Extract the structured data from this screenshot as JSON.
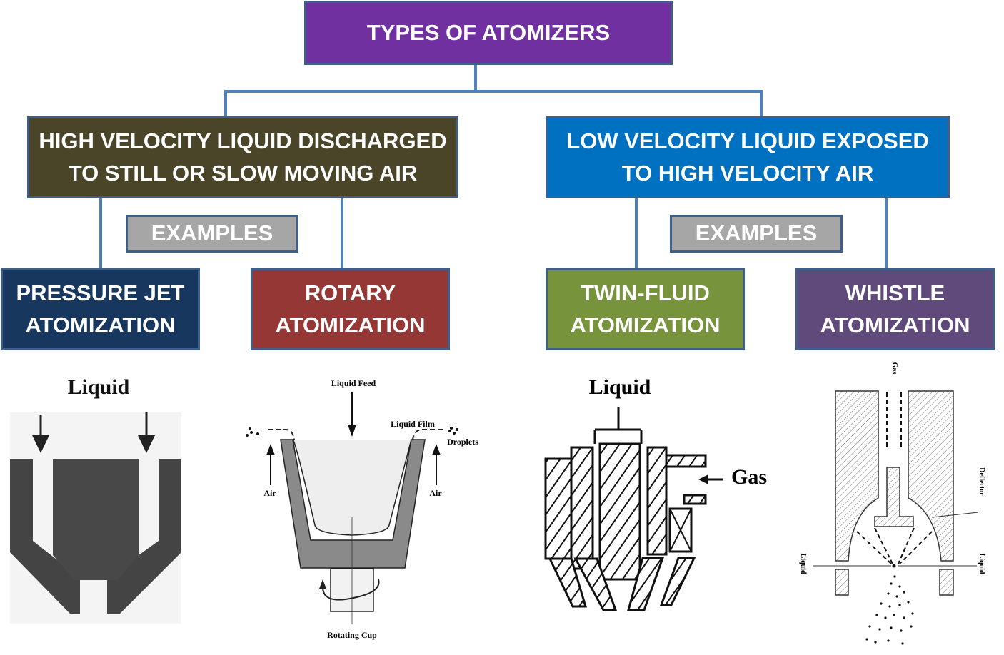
{
  "title": "TYPES OF ATOMIZERS",
  "colors": {
    "title_bg": "#7030a0",
    "left_category_bg": "#4a4429",
    "right_category_bg": "#0070c0",
    "examples_bg": "#a6a6a6",
    "pressure_jet_bg": "#17375e",
    "rotary_bg": "#953735",
    "twin_fluid_bg": "#77933c",
    "whistle_bg": "#604a7b",
    "connector": "#4f81bd",
    "border": "#3d5f8a"
  },
  "categories": [
    {
      "line1": "HIGH VELOCITY LIQUID DISCHARGED",
      "line2": "TO STILL OR SLOW MOVING AIR",
      "examples_label": "EXAMPLES",
      "items": [
        {
          "line1": "PRESSURE JET",
          "line2": "ATOMIZATION"
        },
        {
          "line1": "ROTARY",
          "line2": "ATOMIZATION"
        }
      ]
    },
    {
      "line1": "LOW VELOCITY LIQUID EXPOSED",
      "line2": "TO HIGH VELOCITY AIR",
      "examples_label": "EXAMPLES",
      "items": [
        {
          "line1": "TWIN-FLUID",
          "line2": "ATOMIZATION"
        },
        {
          "line1": "WHISTLE",
          "line2": "ATOMIZATION"
        }
      ]
    }
  ],
  "figures": {
    "pressure_jet": {
      "liquid_label": "Liquid"
    },
    "rotary": {
      "liquid_feed": "Liquid Feed",
      "liquid_film": "Liquid Film",
      "droplets": "Droplets",
      "air_left": "Air",
      "air_right": "Air",
      "rotating_cup": "Rotating Cup"
    },
    "twin_fluid": {
      "liquid_label": "Liquid",
      "gas_label": "Gas"
    },
    "whistle": {
      "gas_label": "Gas",
      "deflector_label": "Deflector",
      "liquid_left": "Liquid",
      "liquid_right": "Liquid"
    }
  }
}
